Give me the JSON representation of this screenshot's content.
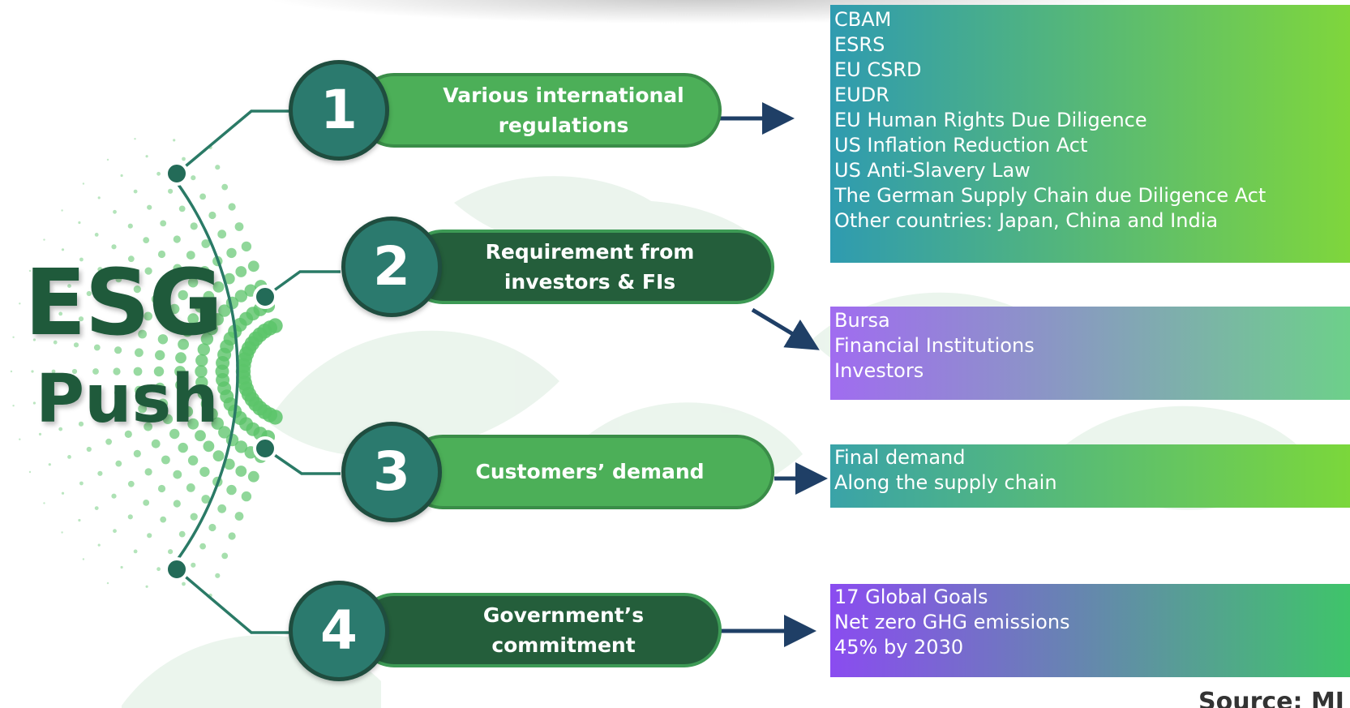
{
  "title": {
    "line1": "ESG",
    "line2": "Push"
  },
  "drivers": [
    {
      "number": "1",
      "label": "Various international\nregulations",
      "style": "light"
    },
    {
      "number": "2",
      "label": "Requirement from\ninvestors & FIs",
      "style": "dark"
    },
    {
      "number": "3",
      "label": "Customers’ demand",
      "style": "light"
    },
    {
      "number": "4",
      "label": "Government’s\ncommitment",
      "style": "dark"
    }
  ],
  "details": [
    {
      "items": [
        "CBAM",
        "ESRS",
        "EU CSRD",
        "EUDR",
        "EU Human Rights Due Diligence",
        "US Inflation Reduction Act",
        "US Anti-Slavery Law",
        "The German Supply Chain due Diligence Act",
        "Other countries: Japan, China and India"
      ]
    },
    {
      "items": [
        "Bursa",
        "Financial Institutions",
        "Investors"
      ]
    },
    {
      "items": [
        "Final demand",
        "Along the supply chain"
      ]
    },
    {
      "items": [
        "17 Global Goals",
        "Net zero GHG emissions",
        "45% by 2030"
      ]
    }
  ],
  "source": "Source: MI",
  "colors": {
    "title": "#1f5a3b",
    "pill_light": "#4caf58",
    "pill_dark": "#245e3b",
    "circle": "#2b7a6e",
    "connector": "#2a7a66",
    "arrow": "#1f3f66",
    "box1_gradient": [
      "#2f9bb0",
      "#7fd63c"
    ],
    "box2_gradient": [
      "#a06cf0",
      "#6dd08a"
    ],
    "box3_gradient": [
      "#3aa3a8",
      "#7bd73b"
    ],
    "box4_gradient": [
      "#8a4cf0",
      "#3fc46a"
    ]
  }
}
